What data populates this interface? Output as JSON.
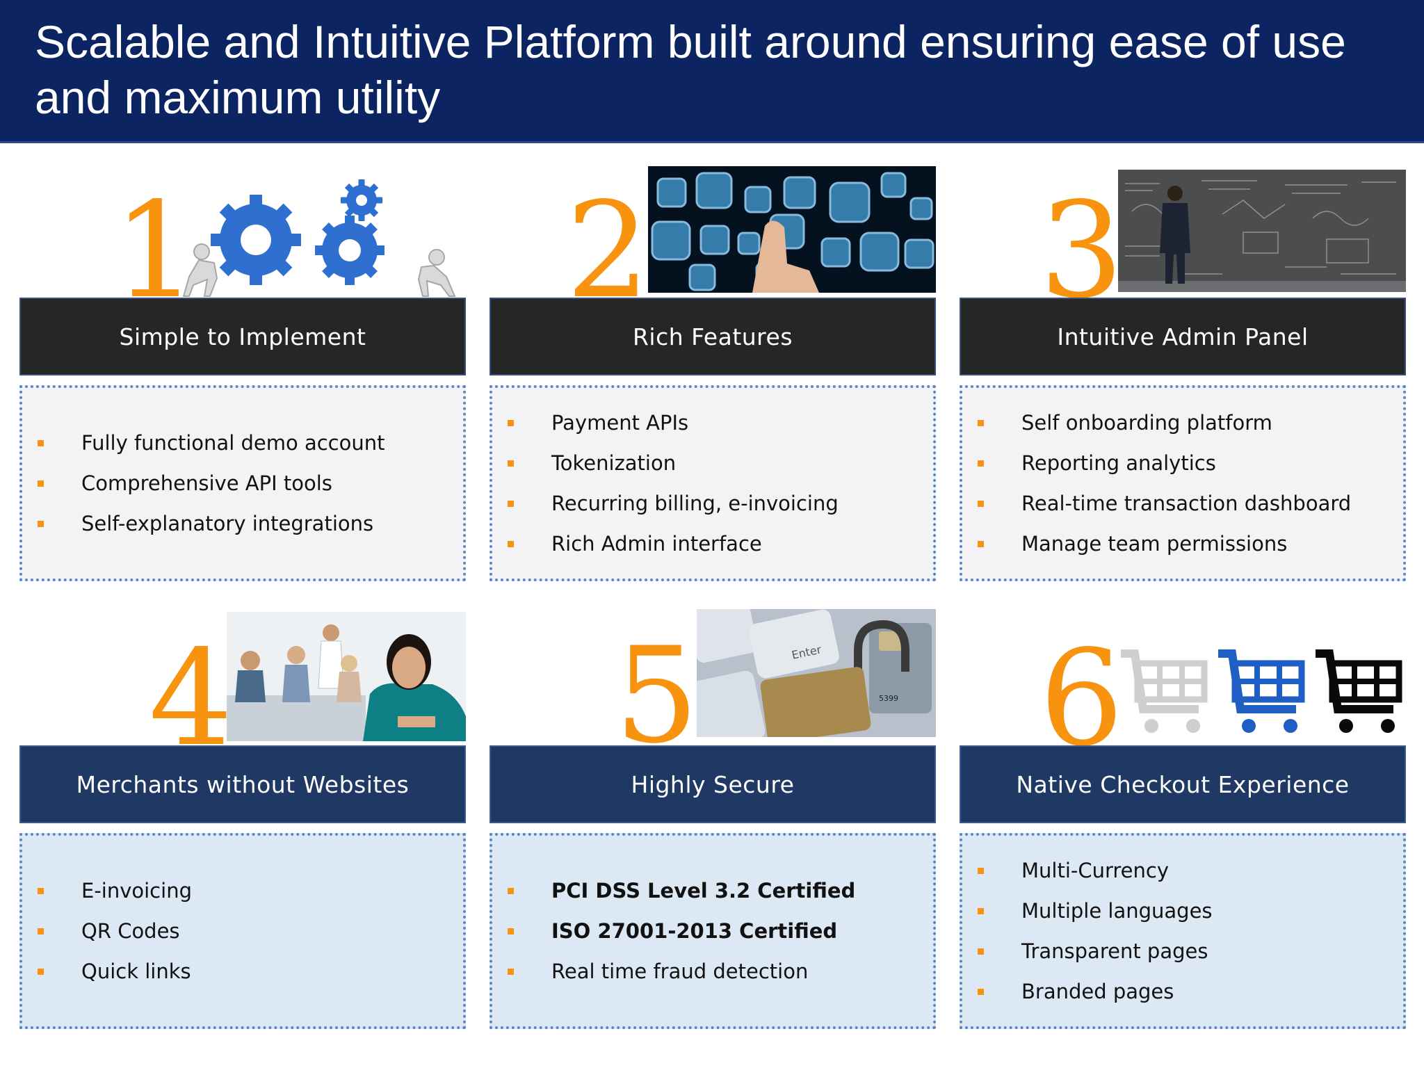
{
  "header": {
    "title": "Scalable and Intuitive Platform built around ensuring ease of use and maximum utility"
  },
  "colors": {
    "header_bg": "#0c2461",
    "number": "#f7930f",
    "bullet": "#f7930f",
    "bar_dark": "#262626",
    "bar_blue": "#1f3864"
  },
  "cards": [
    {
      "number": "1",
      "image": "gears-pushing-icon",
      "title": "Simple to Implement",
      "items": [
        "Fully functional demo account",
        "Comprehensive API tools",
        "Self-explanatory integrations"
      ]
    },
    {
      "number": "2",
      "image": "touchscreen-tiles-image",
      "title": "Rich Features",
      "items": [
        "Payment APIs",
        "Tokenization",
        "Recurring billing, e-invoicing",
        "Rich Admin interface"
      ]
    },
    {
      "number": "3",
      "image": "man-at-chalkboard-image",
      "title": "Intuitive Admin Panel",
      "items": [
        "Self onboarding platform",
        "Reporting analytics",
        "Real-time transaction dashboard",
        "Manage team permissions"
      ]
    },
    {
      "number": "4",
      "image": "business-team-image",
      "title": "Merchants without Websites",
      "items": [
        "E-invoicing",
        "QR Codes",
        "Quick links"
      ]
    },
    {
      "number": "5",
      "image": "padlock-keyboard-image",
      "title": "Highly Secure",
      "items": [
        "PCI DSS Level 3.2 Certified",
        "ISO 27001-2013 Certified",
        "Real time fraud detection"
      ],
      "keyboard_label": "Enter",
      "card_number": "5399"
    },
    {
      "number": "6",
      "image": "shopping-carts-icon",
      "title": "Native Checkout Experience",
      "items": [
        "Multi-Currency",
        "Multiple languages",
        "Transparent pages",
        "Branded pages"
      ]
    }
  ]
}
